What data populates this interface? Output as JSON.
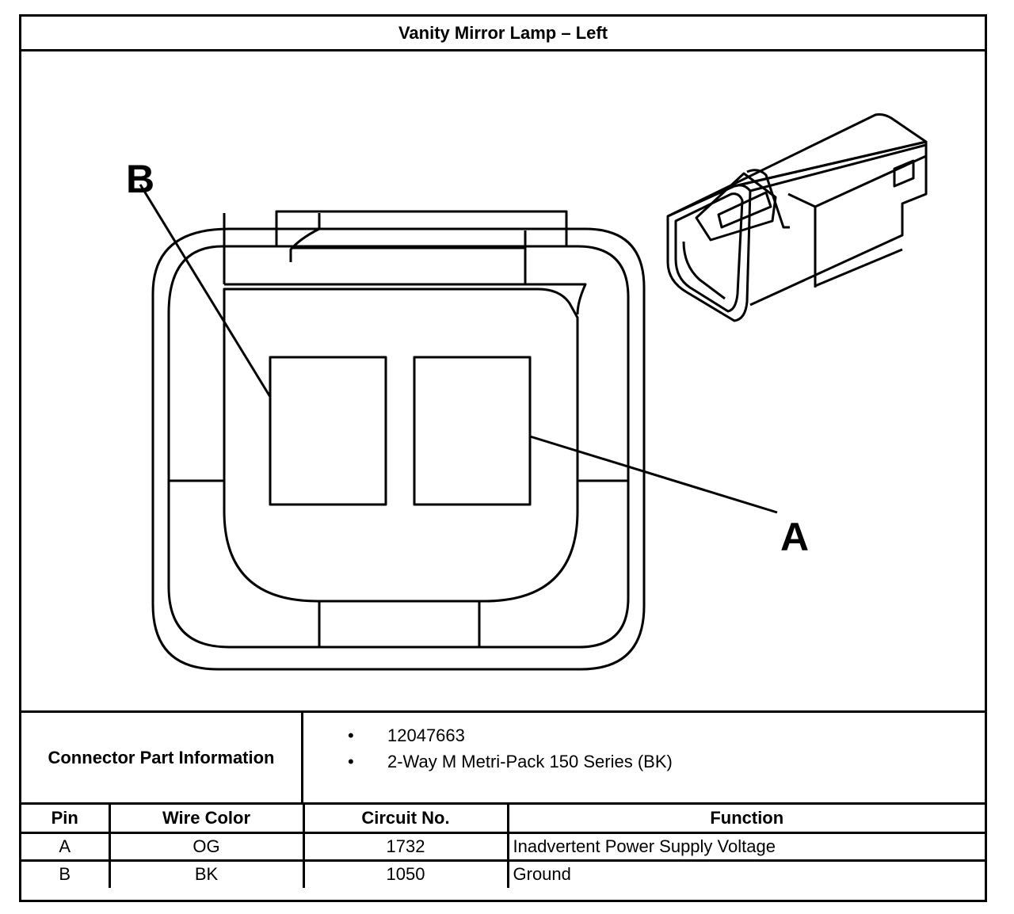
{
  "title": "Vanity Mirror Lamp – Left",
  "diagram": {
    "callout_b": "B",
    "callout_a": "A"
  },
  "connector_info": {
    "label": "Connector Part Information",
    "items": [
      "12047663",
      "2-Way M Metri-Pack 150 Series (BK)"
    ]
  },
  "pin_table": {
    "headers": [
      "Pin",
      "Wire Color",
      "Circuit No.",
      "Function"
    ],
    "rows": [
      {
        "pin": "A",
        "wire_color": "OG",
        "circuit": "1732",
        "function": "Inadvertent Power Supply Voltage"
      },
      {
        "pin": "B",
        "wire_color": "BK",
        "circuit": "1050",
        "function": "Ground"
      }
    ]
  }
}
